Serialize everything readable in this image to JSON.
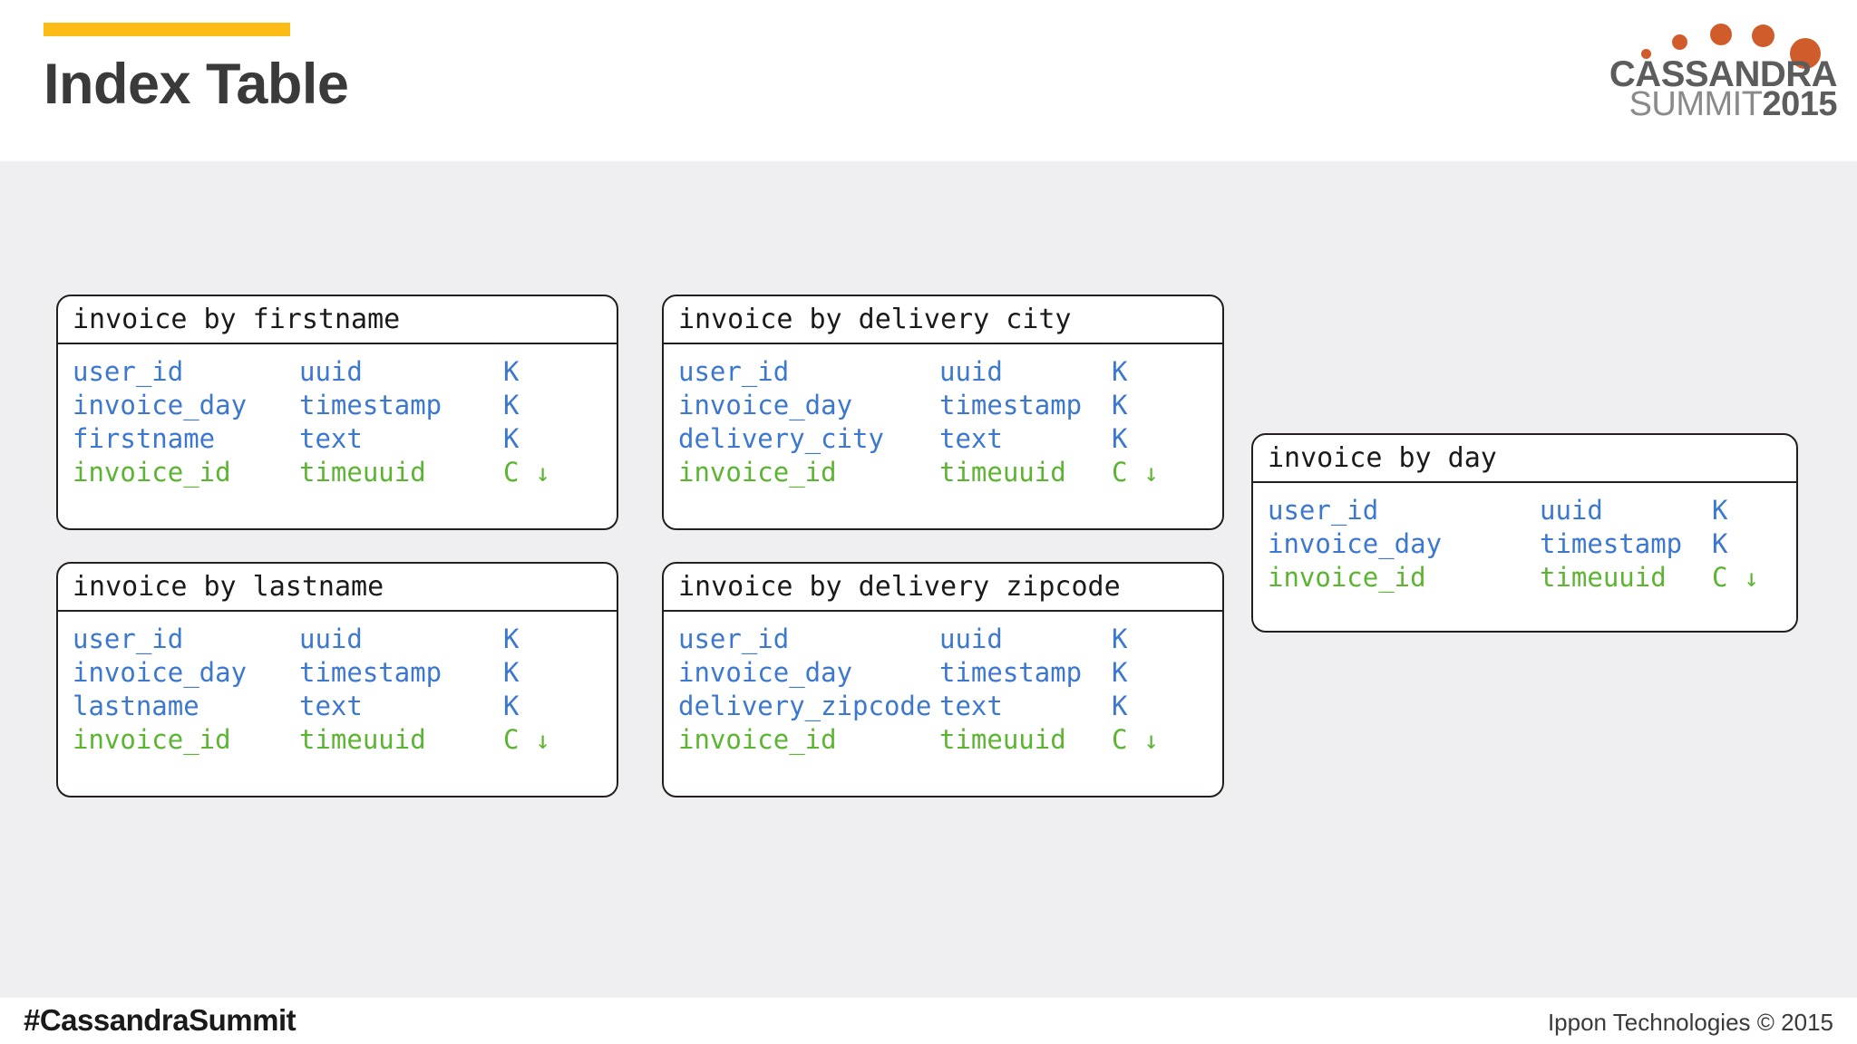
{
  "header": {
    "title": "Index Table",
    "accent_color": "#fdbb16"
  },
  "logo": {
    "line1": "CASSANDRA",
    "line2_light": "SUMMIT",
    "line2_bold": "2015",
    "dot_color": "#cf5c2a"
  },
  "colors": {
    "background": "#efeef0",
    "card_border": "#231f20",
    "partition_key_text": "#3c77d0",
    "clustering_key_text": "#5cb531",
    "accent": "#fdbb16"
  },
  "legend": {
    "partition_key_symbol": "K",
    "clustering_key_symbol": "C",
    "descending_symbol": "↓"
  },
  "tables": [
    {
      "id": "card-firstname",
      "title": "invoice by firstname",
      "rows": [
        {
          "name": "user_id",
          "type": "uuid",
          "key": "K",
          "order": "",
          "kind": "partition"
        },
        {
          "name": "invoice_day",
          "type": "timestamp",
          "key": "K",
          "order": "",
          "kind": "partition"
        },
        {
          "name": "firstname",
          "type": "text",
          "key": "K",
          "order": "",
          "kind": "partition"
        },
        {
          "name": "invoice_id",
          "type": "timeuuid",
          "key": "C",
          "order": "↓",
          "kind": "clustering"
        }
      ]
    },
    {
      "id": "card-delivery-city",
      "title": "invoice by delivery city",
      "rows": [
        {
          "name": "user_id",
          "type": "uuid",
          "key": "K",
          "order": "",
          "kind": "partition"
        },
        {
          "name": "invoice_day",
          "type": "timestamp",
          "key": "K",
          "order": "",
          "kind": "partition"
        },
        {
          "name": "delivery_city",
          "type": "text",
          "key": "K",
          "order": "",
          "kind": "partition"
        },
        {
          "name": "invoice_id",
          "type": "timeuuid",
          "key": "C",
          "order": "↓",
          "kind": "clustering"
        }
      ]
    },
    {
      "id": "card-lastname",
      "title": "invoice by lastname",
      "rows": [
        {
          "name": "user_id",
          "type": "uuid",
          "key": "K",
          "order": "",
          "kind": "partition"
        },
        {
          "name": "invoice_day",
          "type": "timestamp",
          "key": "K",
          "order": "",
          "kind": "partition"
        },
        {
          "name": "lastname",
          "type": "text",
          "key": "K",
          "order": "",
          "kind": "partition"
        },
        {
          "name": "invoice_id",
          "type": "timeuuid",
          "key": "C",
          "order": "↓",
          "kind": "clustering"
        }
      ]
    },
    {
      "id": "card-delivery-zip",
      "title": "invoice by delivery zipcode",
      "rows": [
        {
          "name": "user_id",
          "type": "uuid",
          "key": "K",
          "order": "",
          "kind": "partition"
        },
        {
          "name": "invoice_day",
          "type": "timestamp",
          "key": "K",
          "order": "",
          "kind": "partition"
        },
        {
          "name": "delivery_zipcode",
          "type": "text",
          "key": "K",
          "order": "",
          "kind": "partition"
        },
        {
          "name": "invoice_id",
          "type": "timeuuid",
          "key": "C",
          "order": "↓",
          "kind": "clustering"
        }
      ]
    },
    {
      "id": "card-day",
      "title": "invoice by day",
      "rows": [
        {
          "name": "user_id",
          "type": "uuid",
          "key": "K",
          "order": "",
          "kind": "partition"
        },
        {
          "name": "invoice_day",
          "type": "timestamp",
          "key": "K",
          "order": "",
          "kind": "partition"
        },
        {
          "name": "invoice_id",
          "type": "timeuuid",
          "key": "C",
          "order": "↓",
          "kind": "clustering"
        }
      ]
    }
  ],
  "footer": {
    "hashtag": "#CassandraSummit",
    "copyright": "Ippon Technologies © 2015"
  }
}
